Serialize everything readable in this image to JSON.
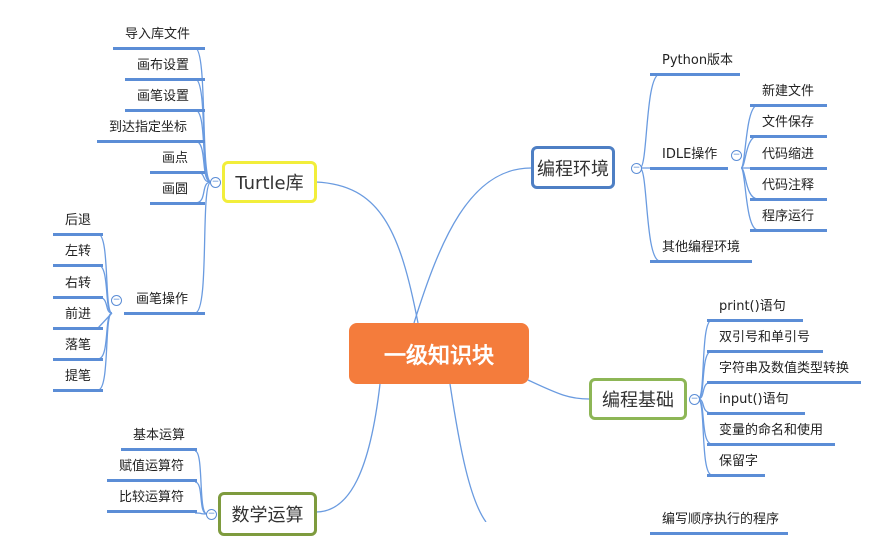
{
  "center": {
    "label": "一级知识块",
    "color": "#F47C3C"
  },
  "branches": {
    "env": {
      "label": "编程环境",
      "color": "#4E7FC4",
      "items": [
        "Python版本",
        "IDLE操作",
        "其他编程环境"
      ],
      "idle_items": [
        "新建文件",
        "文件保存",
        "代码缩进",
        "代码注释",
        "程序运行"
      ]
    },
    "turtle": {
      "label": "Turtle库",
      "color": "#F2EE3B",
      "items": [
        "导入库文件",
        "画布设置",
        "画笔设置",
        "到达指定坐标",
        "画点",
        "画圆",
        "画笔操作"
      ],
      "pen_items": [
        "后退",
        "左转",
        "右转",
        "前进",
        "落笔",
        "提笔"
      ]
    },
    "basics": {
      "label": "编程基础",
      "color": "#8DB656",
      "items": [
        "print()语句",
        "双引号和单引号",
        "字符串及数值类型转换",
        "input()语句",
        "变量的命名和使用",
        "保留字"
      ]
    },
    "math": {
      "label": "数学运算",
      "color": "#7E9B3E",
      "items": [
        "基本运算",
        "赋值运算符",
        "比较运算符"
      ]
    },
    "bottom": {
      "items": [
        "编写顺序执行的程序"
      ]
    }
  },
  "toggle_symbol": "−"
}
